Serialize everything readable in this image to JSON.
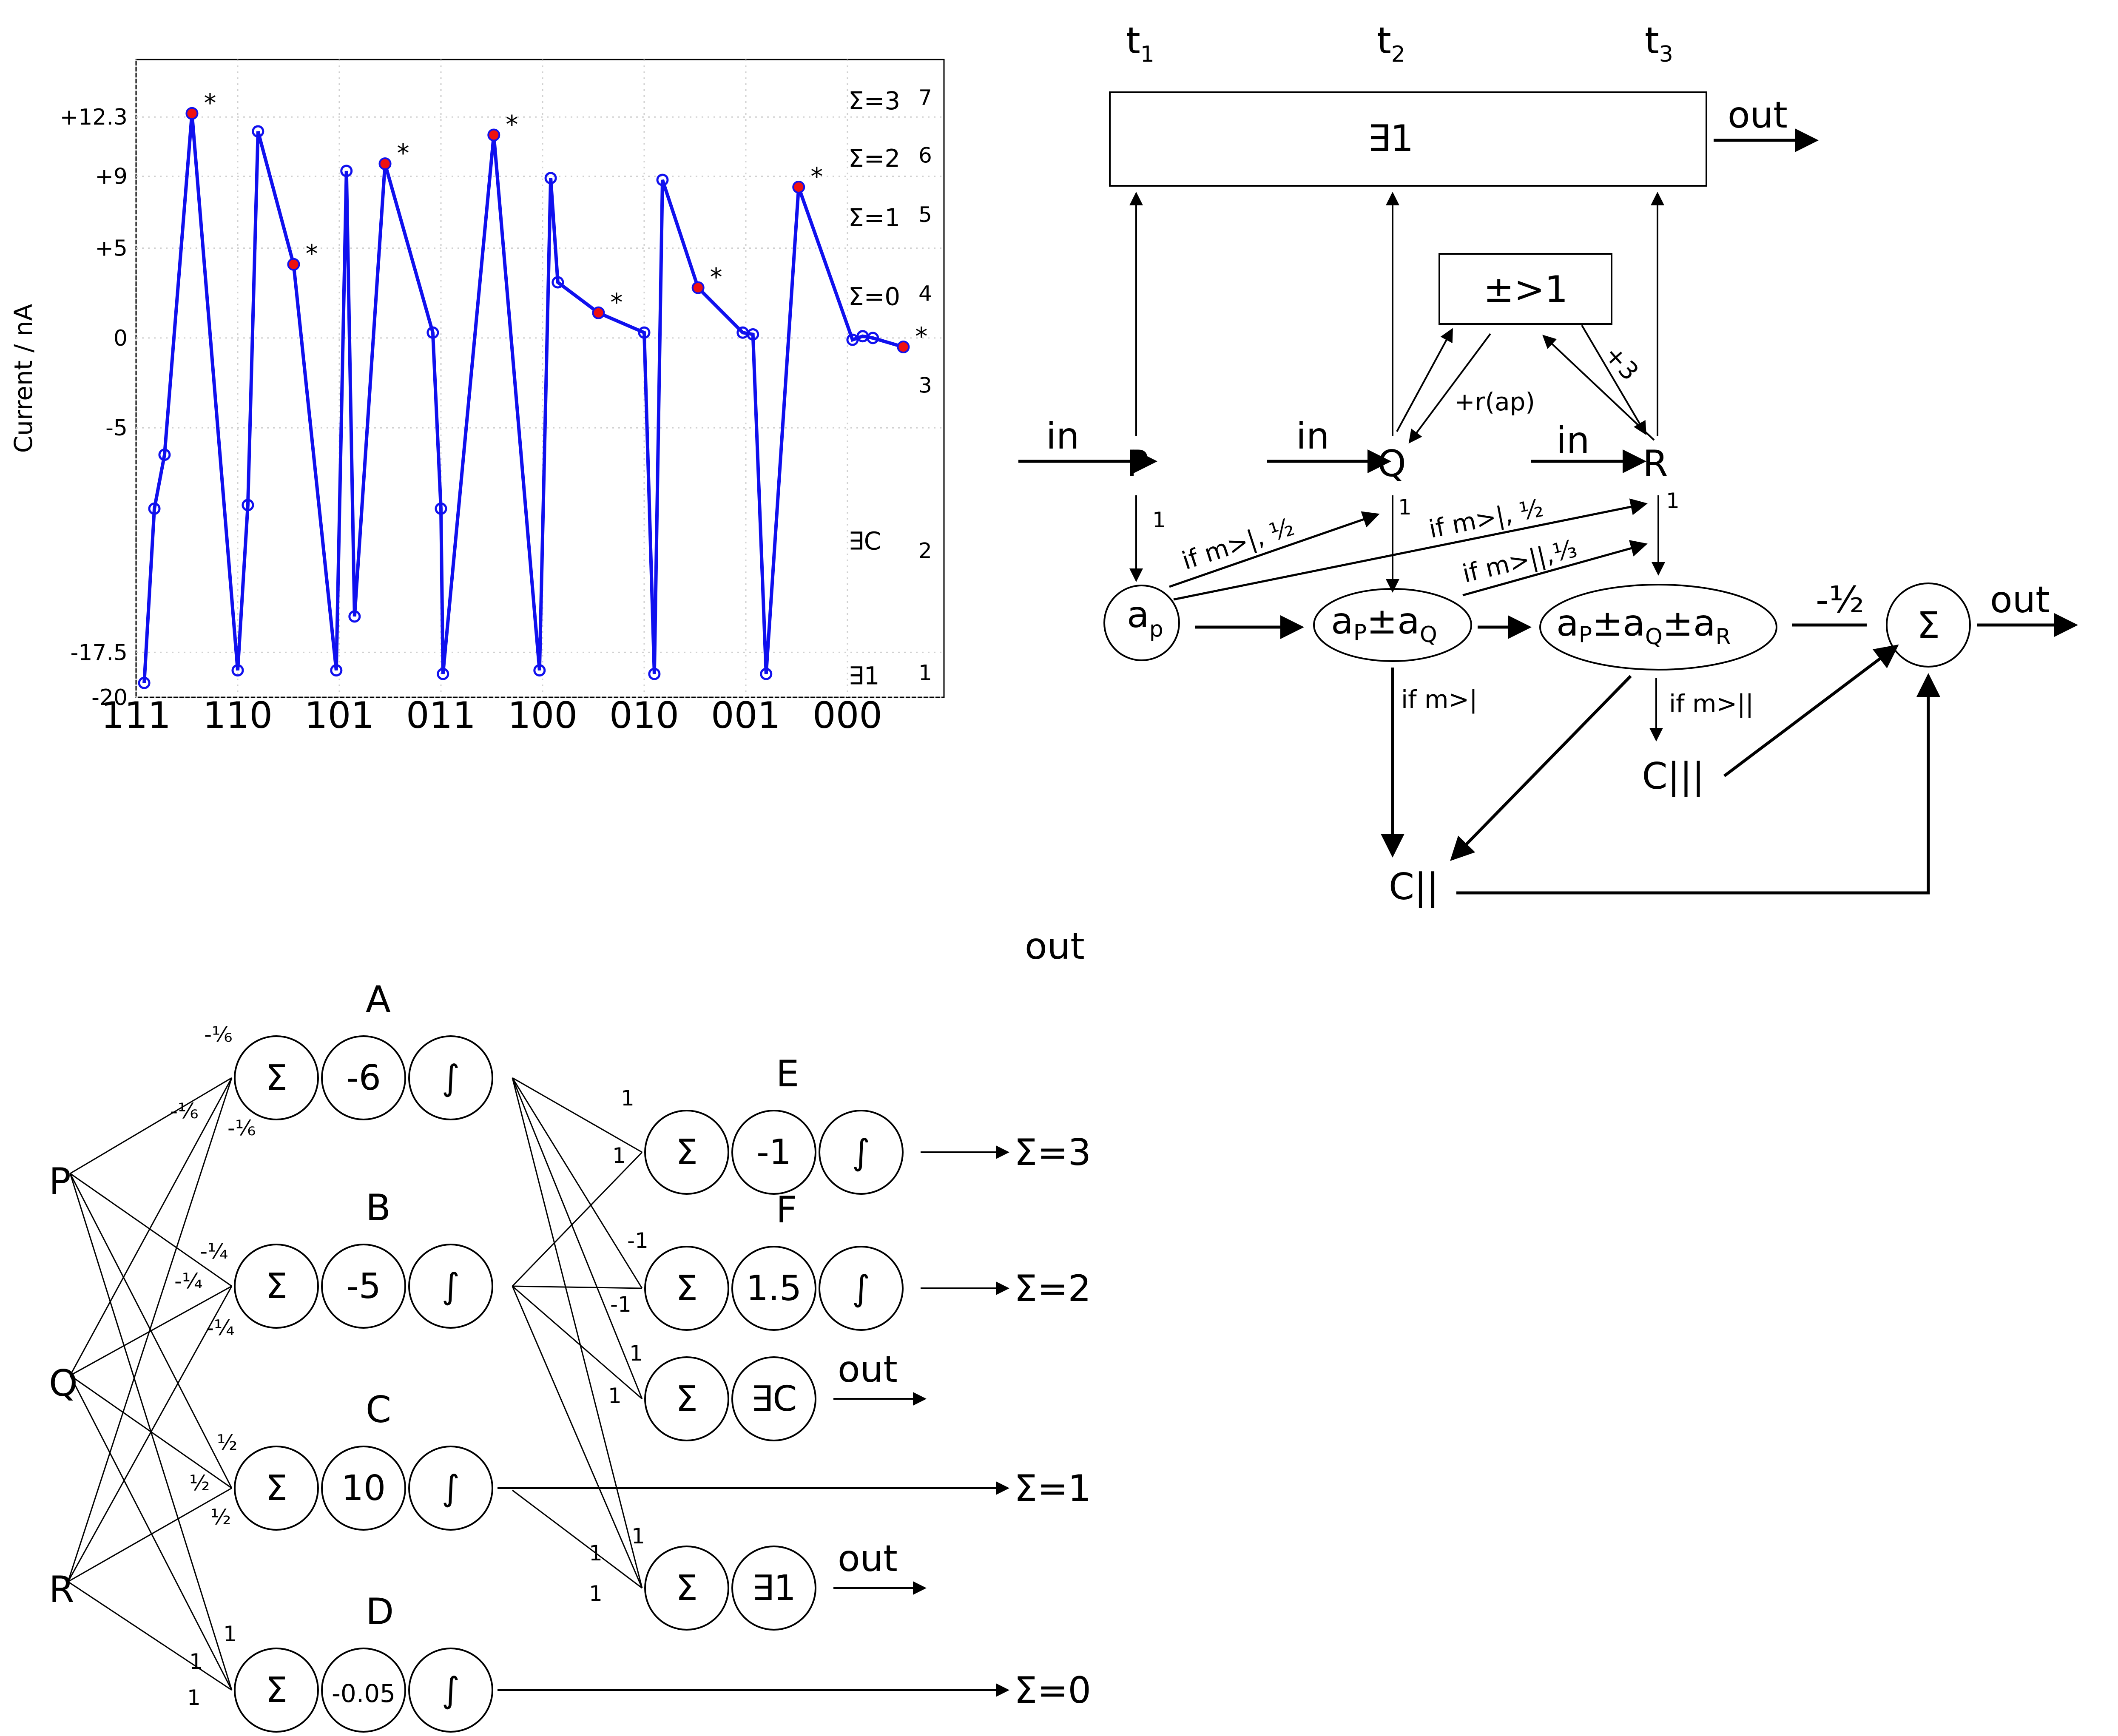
{
  "chart_data": {
    "type": "line",
    "ylabel": "Current / nA",
    "ylim": [
      -20,
      15.5
    ],
    "grid": true,
    "y_ticks": [
      {
        "v": 12.3,
        "label": "+12.3"
      },
      {
        "v": 9,
        "label": "+9"
      },
      {
        "v": 5,
        "label": "+5"
      },
      {
        "v": 0,
        "label": "0"
      },
      {
        "v": -5,
        "label": "-5"
      },
      {
        "v": -17.5,
        "label": "-17.5"
      },
      {
        "v": -20,
        "label": "-20"
      }
    ],
    "x_ticks": [
      "111",
      "110",
      "101",
      "011",
      "100",
      "010",
      "001",
      "000"
    ],
    "right_labels": [
      {
        "y": 13.2,
        "text": "Σ=3",
        "num": "7"
      },
      {
        "y": 10,
        "text": "Σ=2",
        "num": "6"
      },
      {
        "y": 6.7,
        "text": "Σ=1",
        "num": "5"
      },
      {
        "y": 2.3,
        "text": "Σ=0",
        "num": "4"
      },
      {
        "y": -2.1,
        "text": "",
        "num": "3"
      },
      {
        "y": -11.3,
        "text": "∃C",
        "num": "2"
      },
      {
        "y": -18.8,
        "text": "∃1",
        "num": "1"
      }
    ],
    "series": [
      {
        "points": [
          {
            "x": 0.08,
            "y": -19.2
          },
          {
            "x": 0.18,
            "y": -9.5
          },
          {
            "x": 0.28,
            "y": -6.5
          },
          {
            "x": 0.55,
            "y": 12.5,
            "mark": "*"
          },
          {
            "x": 1.0,
            "y": -18.5
          },
          {
            "x": 1.1,
            "y": -9.3
          },
          {
            "x": 1.2,
            "y": 11.5
          },
          {
            "x": 1.55,
            "y": 4.1,
            "mark": "*"
          },
          {
            "x": 1.97,
            "y": -18.5
          },
          {
            "x": 2.07,
            "y": 9.3
          },
          {
            "x": 2.15,
            "y": -15.5
          },
          {
            "x": 2.45,
            "y": 9.7,
            "mark": "*"
          },
          {
            "x": 2.92,
            "y": 0.3
          },
          {
            "x": 3.0,
            "y": -9.5
          },
          {
            "x": 3.02,
            "y": -18.7
          },
          {
            "x": 3.52,
            "y": 11.3,
            "mark": "*"
          },
          {
            "x": 3.97,
            "y": -18.5
          },
          {
            "x": 4.08,
            "y": 8.9
          },
          {
            "x": 4.15,
            "y": 3.1
          },
          {
            "x": 4.55,
            "y": 1.4,
            "mark": "*"
          },
          {
            "x": 5.0,
            "y": 0.3
          },
          {
            "x": 5.1,
            "y": -18.7
          },
          {
            "x": 5.18,
            "y": 8.8
          },
          {
            "x": 5.53,
            "y": 2.8,
            "mark": "*"
          },
          {
            "x": 5.97,
            "y": 0.3
          },
          {
            "x": 6.07,
            "y": 0.2
          },
          {
            "x": 6.2,
            "y": -18.7
          },
          {
            "x": 6.52,
            "y": 8.4,
            "mark": "*"
          },
          {
            "x": 7.05,
            "y": -0.1
          },
          {
            "x": 7.15,
            "y": 0.1
          },
          {
            "x": 7.25,
            "y": 0.0
          },
          {
            "x": 7.55,
            "y": -0.5,
            "mark": "*"
          }
        ]
      }
    ]
  },
  "diagram_b": {
    "times": [
      "t",
      "t",
      "t"
    ],
    "time_subs": [
      "1",
      "2",
      "3"
    ],
    "top_box": "∃1",
    "mid_box": "±>1",
    "out": "out",
    "in": "in",
    "nodes": {
      "P": "P",
      "Q": "Q",
      "R": "R",
      "C2": "C||",
      "C3": "C|||",
      "sum": "Σ"
    },
    "ap_main": "a",
    "ap_sub": "p",
    "aq_main": "a",
    "aq_sub_P": "P",
    "aq_mid": "±a",
    "aq_sub_Q": "Q",
    "ar_main": "a",
    "ar_sub_P": "P",
    "ar_mid1": "±a",
    "ar_sub_Q": "Q",
    "ar_mid2": "±a",
    "ar_sub_R": "R",
    "edge": {
      "one": "1",
      "if_m_1": "if m>|, ½",
      "if_m_2": "if m>||,⅓",
      "rap": "+r(ap)",
      "plus3": "+3",
      "neg_half": "-½",
      "if_m_gt1": "if m>|",
      "if_m_gt2": "if m>||"
    }
  },
  "floating_out": "out",
  "network": {
    "inputs": [
      "P",
      "Q",
      "R"
    ],
    "units": [
      {
        "name": "A",
        "sum": "Σ",
        "bias": "-6",
        "integ": "∫"
      },
      {
        "name": "B",
        "sum": "Σ",
        "bias": "-5",
        "integ": "∫"
      },
      {
        "name": "C",
        "sum": "Σ",
        "bias": "10",
        "integ": "∫"
      },
      {
        "name": "D",
        "sum": "Σ",
        "bias": "-0.05",
        "integ": "∫"
      }
    ],
    "outputs": [
      {
        "name": "E",
        "sum": "Σ",
        "bias": "-1",
        "integ": "∫",
        "result": "Σ=3"
      },
      {
        "name": "F",
        "sum": "Σ",
        "bias": "1.5",
        "integ": "∫",
        "result": "Σ=2"
      },
      {
        "name": "",
        "sum": "Σ",
        "bias": "∃C",
        "integ": "",
        "result": "out"
      },
      {
        "name": "",
        "sum": "",
        "bias": "",
        "integ": "",
        "result": "Σ=1"
      },
      {
        "name": "",
        "sum": "Σ",
        "bias": "∃1",
        "integ": "",
        "result": "out"
      },
      {
        "name": "",
        "sum": "",
        "bias": "",
        "integ": "",
        "result": "Σ=0"
      }
    ],
    "weights": {
      "a": [
        "-⅙",
        "-⅙",
        "-⅙"
      ],
      "b": [
        "-¼",
        "-¼",
        "-¼"
      ],
      "c": [
        "½",
        "½",
        "½"
      ],
      "d": [
        "1",
        "1",
        "1"
      ],
      "e": [
        "1",
        "1"
      ],
      "f": [
        "-1",
        "-1"
      ],
      "g": [
        "1",
        "1"
      ],
      "h": [
        "1",
        "1",
        "1"
      ]
    }
  }
}
